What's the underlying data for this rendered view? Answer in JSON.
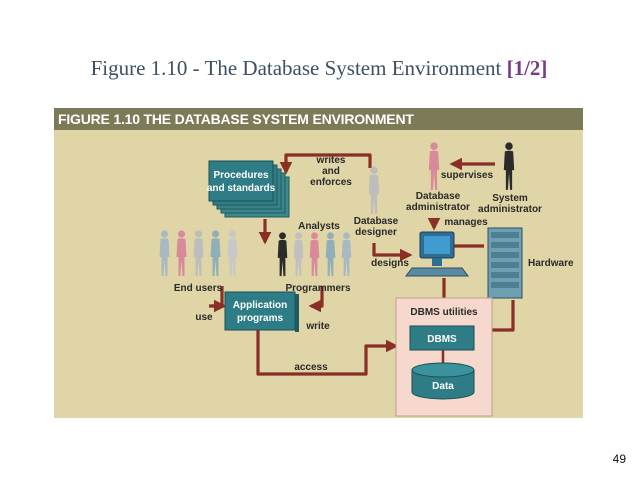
{
  "slide": {
    "title": "Figure 1.10 - The Database System Environment",
    "title_accent": "[1/2]",
    "page_number": "49"
  },
  "figure": {
    "header": "FIGURE 1.10  THE DATABASE SYSTEM ENVIRONMENT",
    "procedures_line1": "Procedures",
    "procedures_line2": "and standards",
    "writes_line1": "writes",
    "writes_line2": "and",
    "writes_line3": "enforces",
    "supervises": "supervises",
    "system_admin_line1": "System",
    "system_admin_line2": "administrator",
    "db_admin_line1": "Database",
    "db_admin_line2": "administrator",
    "manages": "manages",
    "analysts": "Analysts",
    "db_designer_line1": "Database",
    "db_designer_line2": "designer",
    "designs": "designs",
    "hardware": "Hardware",
    "end_users": "End users",
    "programmers": "Programmers",
    "app_line1": "Application",
    "app_line2": "programs",
    "use": "use",
    "write": "write",
    "dbms_utilities": "DBMS utilities",
    "dbms": "DBMS",
    "data": "Data",
    "access": "access"
  },
  "colors": {
    "background": "#dfd5a6",
    "header_bar": "#7d7b57",
    "arrow": "#8a2f26",
    "box": "#2e7d86",
    "utilities_panel": "#f6d9cc",
    "title_accent": "#7a3a8a"
  }
}
